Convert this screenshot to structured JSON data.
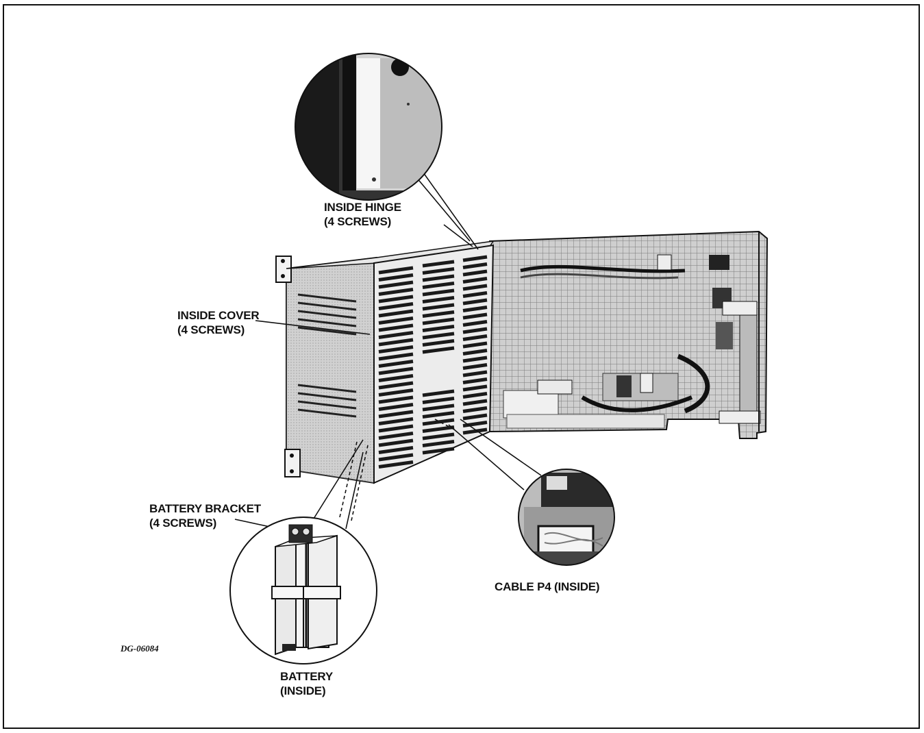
{
  "labels": {
    "inside_hinge": {
      "line1": "INSIDE HINGE",
      "line2": "(4 SCREWS)"
    },
    "inside_cover": {
      "line1": "INSIDE COVER",
      "line2": "(4 SCREWS)"
    },
    "battery_bracket": {
      "line1": "BATTERY BRACKET",
      "line2": "(4 SCREWS)"
    },
    "cable_p4": {
      "line1": "CABLE P4 (INSIDE)"
    },
    "battery": {
      "line1": "BATTERY",
      "line2": "(INSIDE)"
    }
  },
  "figure_id": "DG-06084",
  "colors": {
    "ink": "#111111",
    "paper": "#ffffff",
    "metal_light": "#d9d9d9",
    "metal_mid": "#a8a8a8",
    "metal_dark": "#3a3a3a"
  }
}
